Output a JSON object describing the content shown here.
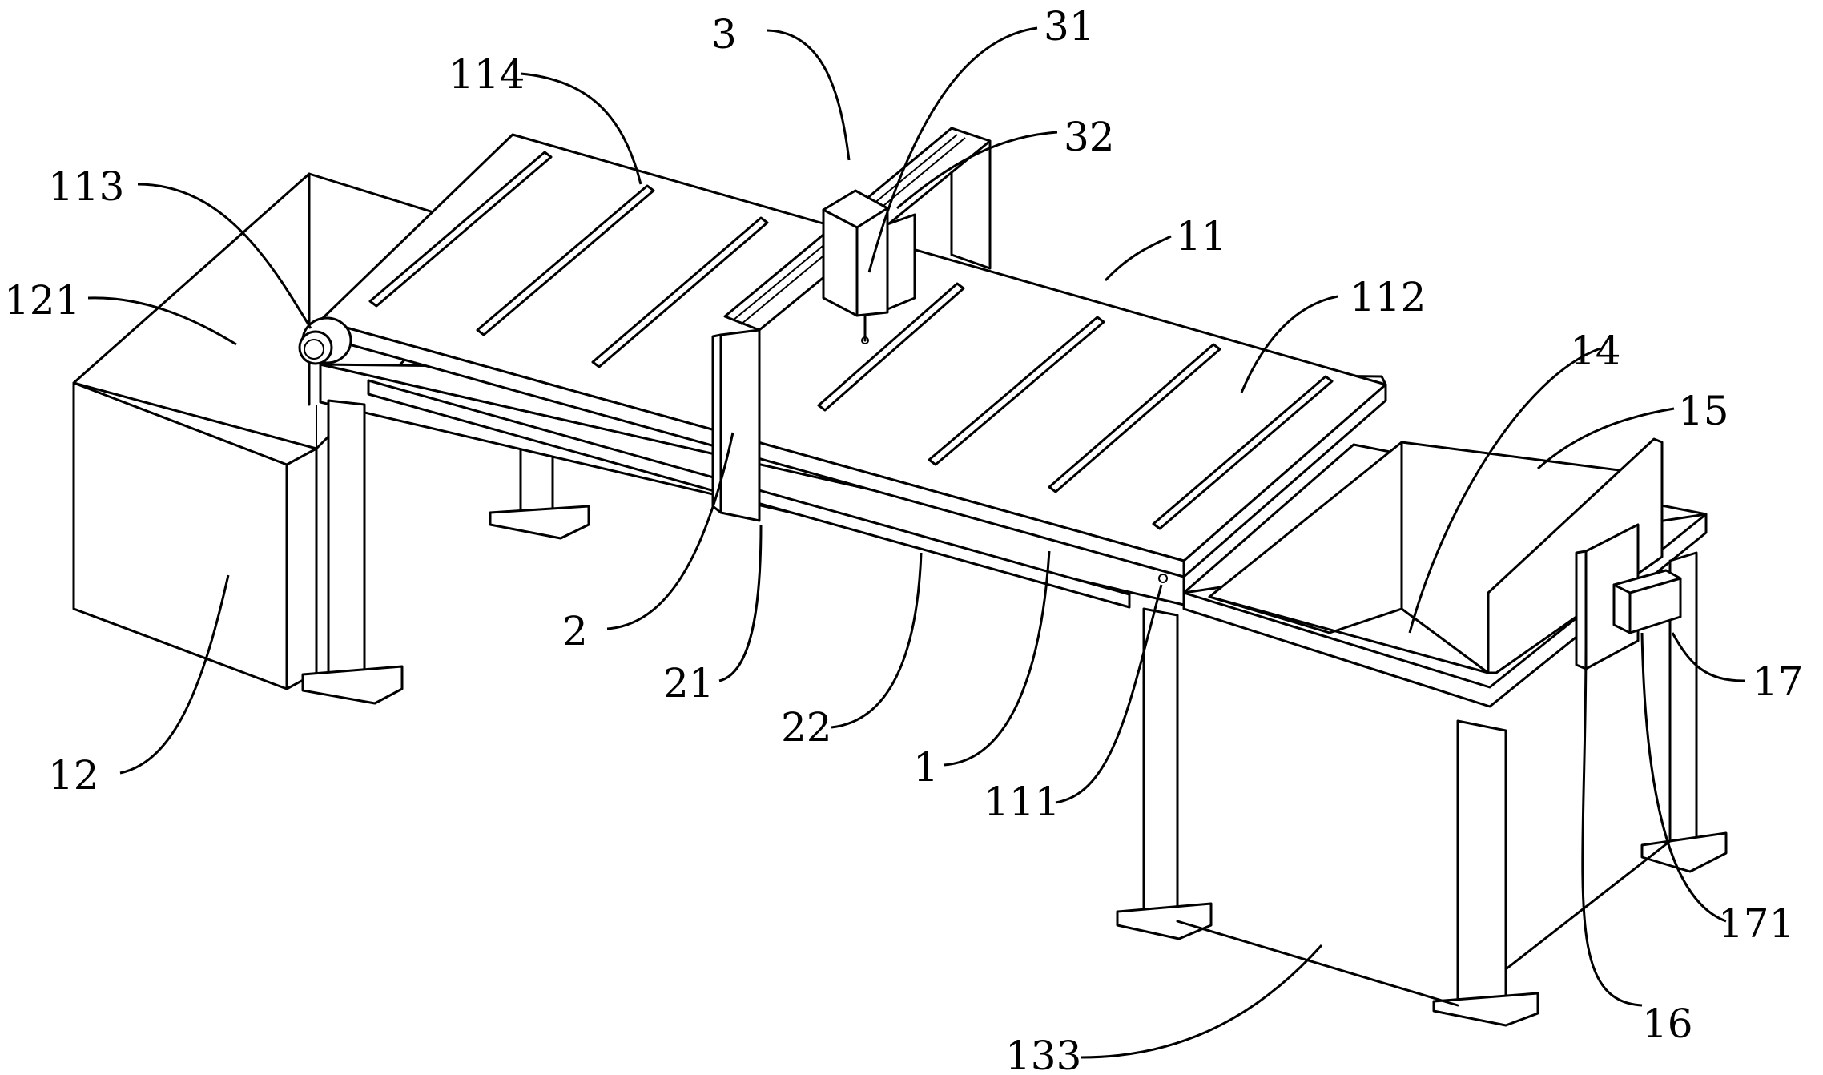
{
  "labels": {
    "l3": "3",
    "l31": "31",
    "l32": "32",
    "l114": "114",
    "l113": "113",
    "l121": "121",
    "l11": "11",
    "l112": "112",
    "l14": "14",
    "l15": "15",
    "l17": "17",
    "l171": "171",
    "l16": "16",
    "l133": "133",
    "l111": "111",
    "l1": "1",
    "l22": "22",
    "l21": "21",
    "l2": "2",
    "l12": "12"
  }
}
